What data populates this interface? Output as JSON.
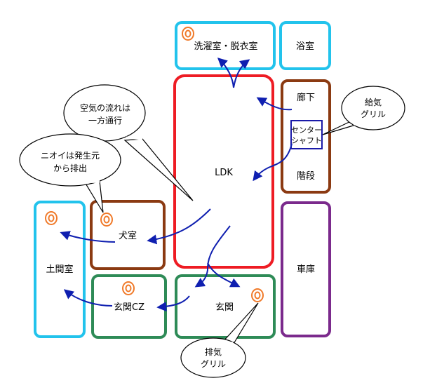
{
  "colors": {
    "cyan": "#22c3ec",
    "red": "#ee1c24",
    "brown": "#8b3a12",
    "green": "#2e8b57",
    "purple": "#7b2a8c",
    "arrow": "#0f1fb0",
    "shaft_border": "#1a1aa8",
    "marker": "#f07a2a",
    "bubble_border": "#000000"
  },
  "rooms": {
    "wash": "洗濯室・脱衣室",
    "bath": "浴室",
    "ldk": "LDK",
    "hall": "廊下",
    "stairs": "階段",
    "shaft_line1": "センター",
    "shaft_line2": "シャフト",
    "dog": "犬室",
    "doma": "土間室",
    "garage": "車庫",
    "genkan_cz": "玄関CZ",
    "genkan": "玄関"
  },
  "callouts": {
    "airflow_line1": "空気の流れは",
    "airflow_line2": "一方通行",
    "odor_line1": "ニオイは発生元",
    "odor_line2": "から排出",
    "supply_line1": "給気",
    "supply_line2": "グリル",
    "exhaust_line1": "排気",
    "exhaust_line2": "グリル"
  },
  "icons": {
    "exhaust_marker": "double-circle-marker",
    "flow": "arrow-curve"
  }
}
